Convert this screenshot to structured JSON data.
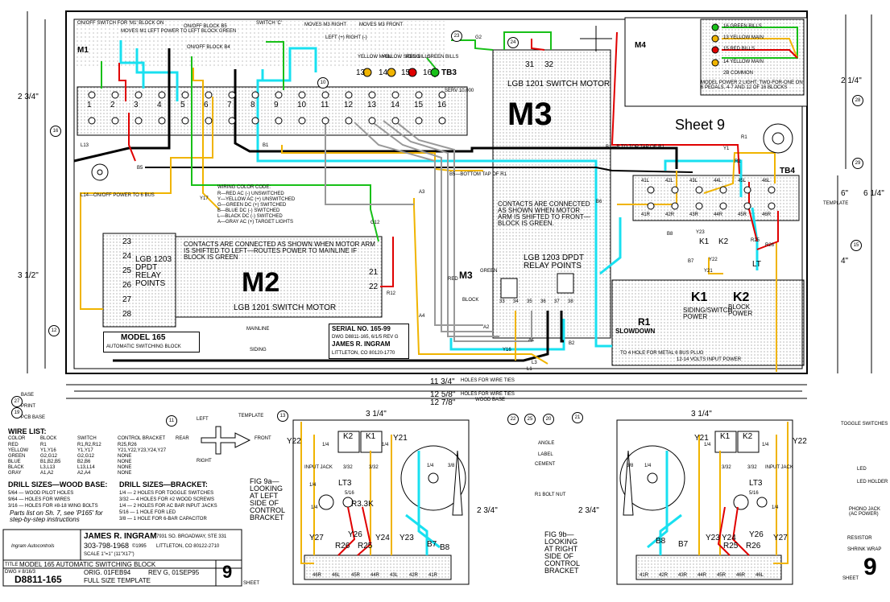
{
  "header": {
    "sheet_label": "Sheet 9",
    "sheet_number": "9",
    "sheet_small": "SHEET"
  },
  "colors": {
    "red": "#e00000",
    "yellow": "#f0b400",
    "green": "#18c018",
    "cyan": "#18e0f0",
    "black": "#000000",
    "gray": "#999999",
    "dots": "#888888"
  },
  "top_notes": {
    "on_off_m1": "ON/OFF SWITCH FOR 'M1' BLOCK ON",
    "moves_left": "MOVES M1 LEFT POWER TO LEFT BLOCK GREEN",
    "on_off_block": "ON/OFF BLOCK B5",
    "block_b4": "ON/OFF BLOCK B4",
    "switch_c": "SWITCH 'C'",
    "moves_right": "MOVES M3 RIGHT",
    "front_note": "MOVES M3 FRONT",
    "left_right": "LEFT (+) RIGHT (-)",
    "green_lbl": "GREEN",
    "ng": "NG"
  },
  "tb3": {
    "label": "TB3",
    "terminals": [
      "1",
      "2",
      "3",
      "4",
      "5",
      "6",
      "7",
      "8",
      "9",
      "10",
      "11",
      "12",
      "13",
      "14",
      "15",
      "16"
    ],
    "feed": "SERV 10,000"
  },
  "tb4": {
    "label": "TB4",
    "top_row": [
      "41L",
      "42L",
      "43L",
      "44L",
      "45L",
      "46L"
    ],
    "bottom_row": [
      "41R",
      "42R",
      "43R",
      "44R",
      "45R",
      "46R"
    ]
  },
  "leds": {
    "labels": [
      "YELLOW MAIN",
      "YELLOW SIDING",
      "RED BILLS",
      "GREEN BILLS"
    ],
    "numbers": [
      "13",
      "14",
      "15",
      "16"
    ]
  },
  "m4_box": {
    "title": "M4",
    "bus": [
      "16 GREEN BILLS",
      "13 YELLOW MAIN",
      "15 RED BILLS",
      "14 YELLOW MAIN",
      "2B COMMON"
    ],
    "note": "MODEL POWER 2 LIGHT, TWO-FOR-ONE ON 6 PEDALS, 4-7 AND 12 OF 16 BLOCKS"
  },
  "m3": {
    "label": "M3",
    "motor": "LGB 1201 SWITCH MOTOR",
    "pins": [
      "31",
      "32"
    ],
    "contacts_note": "CONTACTS ARE CONNECTED AS SHOWN WHEN MOTOR ARM IS SHIFTED TO FRONT—BLOCK IS GREEN.",
    "relay": "LGB 1203 DPDT RELAY POINTS",
    "relay_pins": [
      "33",
      "34",
      "35",
      "36",
      "37",
      "38"
    ],
    "block_sub": "BLOCK",
    "block_label_red": "RED",
    "block_label_green": "GREEN"
  },
  "m2": {
    "label": "M2",
    "motor": "LGB 1201 SWITCH MOTOR",
    "relay": "LGB 1203 DPDT RELAY POINTS",
    "pins": [
      "23",
      "24",
      "25",
      "26",
      "27",
      "28"
    ],
    "right_pins": [
      "21",
      "22"
    ],
    "contacts_note": "CONTACTS ARE CONNECTED AS SHOWN WHEN MOTOR ARM IS SHIFTED TO LEFT—ROUTES POWER TO MAINLINE IF BLOCK IS GREEN",
    "mainline": "MAINLINE",
    "siding": "SIDING"
  },
  "wiring_color_code": {
    "title": "WIRING COLOR CODE:",
    "lines": [
      "R—RED AC (-) UNSWITCHED",
      "Y—YELLOW AC (+) UNSWITCHED",
      "G—GREEN DC (+) SWITCHED",
      "B—BLUE DC (-) SWITCHED",
      "L—BLACK DC (-) SWITCHED",
      "A—GRAY AC (+) TARGET LIGHTS"
    ]
  },
  "k_box": {
    "k1": "K1",
    "k1_sub": "SIDING/SWITCH POWER",
    "k2": "K2",
    "k2_sub": "BLOCK POWER",
    "r1": "R1",
    "slowdown": "SLOWDOWN",
    "note": "TO 4 HOLE FOR METAL 6 BUS PLUG",
    "input": "12-14 VOLTS INPUT POWER",
    "k1_small": "K1",
    "k2_small": "K2",
    "lt": "LT"
  },
  "model_box": {
    "title": "MODEL 165",
    "sub": "AUTOMATIC SWITCHING BLOCK"
  },
  "serial_box": {
    "serial": "SERIAL NO. 165-99",
    "dwg": "DWG D8811-165, 6/1/5 REV G",
    "author": "JAMES R. INGRAM",
    "city": "LITTLETON, CO 80120-1770"
  },
  "wire_labels": [
    "B1",
    "B1—B TO TOP TAP OF R1",
    "B5",
    "B5—BOTTOM TAP OF R1",
    "B6",
    "B7",
    "B8",
    "L13",
    "L14—ON/OFF POWER TO 6 BUS",
    "A2",
    "A3",
    "A4",
    "A1",
    "G12",
    "G2",
    "Y1",
    "Y17",
    "Y21",
    "Y22",
    "Y23",
    "Y16",
    "R1",
    "R2",
    "R12",
    "R25",
    "R26",
    "L3",
    "B2",
    "L1"
  ],
  "dimensions": {
    "d1": "11 3/4\"",
    "d2": "12 5/8\"",
    "d3": "12 7/8\"",
    "holes_template": "HOLES FOR WIRE TIES",
    "holes2": "HOLES FOR WIRE TIES",
    "wood_base": "WOOD BASE",
    "left_a": "2 3/4\"",
    "left_b": "3 1/2\"",
    "right_a": "2 1/4\"",
    "right_b": "6\"",
    "right_c": "6 1/4\"",
    "right_d": "4\"",
    "template": "TEMPLATE",
    "template2": "TEMPLATE",
    "bracket_w": "3 1/4\"",
    "bracket_w2": "3 1/4\"",
    "bracket_h": "2 3/4\"",
    "bracket_h2": "2 3/4\""
  },
  "callouts": [
    "11",
    "12",
    "13",
    "15",
    "16",
    "20",
    "21",
    "22",
    "23",
    "24",
    "25",
    "27",
    "28",
    "29",
    "10",
    "19"
  ],
  "left_legend": {
    "c27": "BASE",
    "c19": "PRINT",
    "c17": "PCB BASE"
  },
  "wire_list": {
    "title": "WIRE LIST:",
    "headers": [
      "COLOR",
      "BLOCK",
      "SWITCH",
      "CONTROL BRACKET"
    ],
    "rows": [
      [
        "RED",
        "R1",
        "R1,R2,R12",
        "R25,R26"
      ],
      [
        "YELLOW",
        "Y1,Y16",
        "Y1,Y17",
        "Y21,Y22,Y23,Y24,Y27"
      ],
      [
        "GREEN",
        "G2,G12",
        "G2,G12",
        "NONE"
      ],
      [
        "BLUE",
        "B1,B2,B5",
        "B2,B6",
        "NONE"
      ],
      [
        "BLACK",
        "L3,L13",
        "L13,L14",
        "NONE"
      ],
      [
        "GRAY",
        "A1,A2",
        "A2,A4",
        "NONE"
      ]
    ]
  },
  "drill_wood": {
    "title": "DRILL SIZES—WOOD BASE:",
    "lines": [
      "5/64 — WOOD PILOT HOLES",
      "9/64 — HOLES FOR WIRES",
      "3/16 — HOLES FOR #8-18 WING BOLTS"
    ]
  },
  "drill_bracket": {
    "title": "DRILL SIZES—BRACKET:",
    "lines": [
      "1/4 — 2 HOLES FOR TOGGLE SWITCHES",
      "3/32 — 4 HOLES FOR #2 WOOD SCREWS",
      "1/4 — 2 HOLES FOR AC BAR INPUT JACKS",
      "5/16 — 1 HOLE FOR LED",
      "3/8 — 1 HOLE FOR 6-BAR CAPACITOR"
    ]
  },
  "parts_note": "Parts list on Sh. 7, see 'P165' for step-by-step instructions",
  "title_block": {
    "company": "JAMES R. INGRAM",
    "phone": "303-798-1968",
    "addr": "7931 SO. BROADWAY, STE 331",
    "city": "LITTLETON, CO 80122-2710",
    "copyright": "©1995",
    "scale": "SCALE 1\"=1\" (11\"X17\")",
    "title": "MODEL 165 AUTOMATIC SWITCHING BLOCK",
    "orig": "ORIG. 01FEB94",
    "rev": "REV G, 01SEP95",
    "dwg": "D8811-165",
    "full": "FULL SIZE TEMPLATE",
    "sheet": "9",
    "title_lbl": "TITLE",
    "dwg_lbl": "DWG # 8/16/3",
    "sheet_lbl": "SHEET",
    "logo": "Ingram Autocontrols"
  },
  "brackets": {
    "fig_a": "FIG 9a— LOOKING AT LEFT SIDE OF CONTROL BRACKET",
    "fig_b": "FIG 9b— LOOKING AT RIGHT SIDE OF CONTROL BRACKET",
    "k1": "K1",
    "k2": "K2",
    "lt3": "LT3",
    "input_jack": "INPUT JACK",
    "sizes_a": [
      "1/4",
      "1/4",
      "3/32",
      "3/32",
      "1/4",
      "5/16",
      "1/4",
      "3/8",
      "1/4"
    ],
    "sizes_b": [
      "1/4",
      "1/4",
      "3/32",
      "3/32",
      "3/8",
      "5/16",
      "1/4",
      "1/4"
    ],
    "wires_a": [
      "Y22",
      "Y21",
      "Y24",
      "Y23",
      "Y27",
      "Y26",
      "R26",
      "R25",
      "B7",
      "B8",
      "R3.3K"
    ],
    "tb_a": [
      "46R",
      "46L",
      "45R",
      "44R",
      "43L",
      "42R",
      "41R"
    ],
    "tb_b": [
      "41R",
      "42R",
      "43R",
      "44R",
      "45R",
      "46R",
      "46L"
    ],
    "wires_b": [
      "Y21",
      "Y22",
      "Y23",
      "Y24",
      "Y27",
      "Y26",
      "R25",
      "R26",
      "B8",
      "B7"
    ],
    "compass_left": "LEFT",
    "compass_right": "RIGHT",
    "compass_rear": "REAR",
    "compass_front": "FRONT",
    "r_left": "REAR",
    "r_right": "FRONT"
  },
  "right_legend": {
    "c1": "ANGLE",
    "c14": "LABEL",
    "c18": "CEMENT",
    "c6": "R1 BOLT NUT",
    "c7": "2 3/4\"",
    "c8": "TOGGLE SWITCHES",
    "c2": "LED",
    "c3": "LED HOLDER",
    "c4": "PHONO JACK (AC POWER)",
    "c5": "RESISTOR",
    "c9": "SHRINK WRAP",
    "sheet": "9",
    "sheet_lbl": "SHEET"
  }
}
